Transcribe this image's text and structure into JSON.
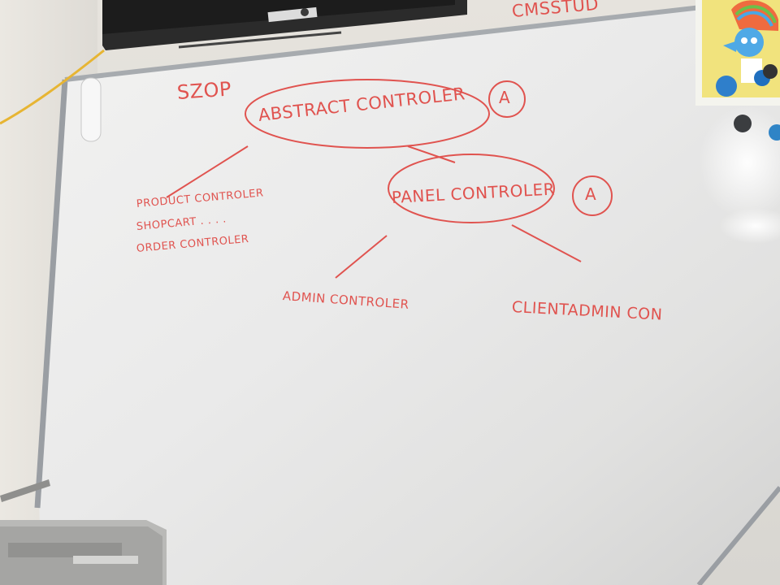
{
  "board": {
    "title": "SZOP",
    "top_right_text": "CMSSTUD",
    "root_node": "ABSTRACT CONTROLER",
    "root_badge": "A",
    "child_node": "PANEL CONTROLER",
    "child_badge": "A",
    "left_list": [
      "PRODUCT CONTROLER",
      "SHOPCART . . . .",
      "ORDER CONTROLER"
    ],
    "admin_node": "ADMIN CONTROLER",
    "client_node": "CLIENTADMIN CON"
  },
  "colors": {
    "marker": "#e0534f",
    "board_surface": "#eeeeed",
    "frame": "#9a9ea3",
    "monitor": "#2b2b2b",
    "wall": "#e6e3dd"
  }
}
